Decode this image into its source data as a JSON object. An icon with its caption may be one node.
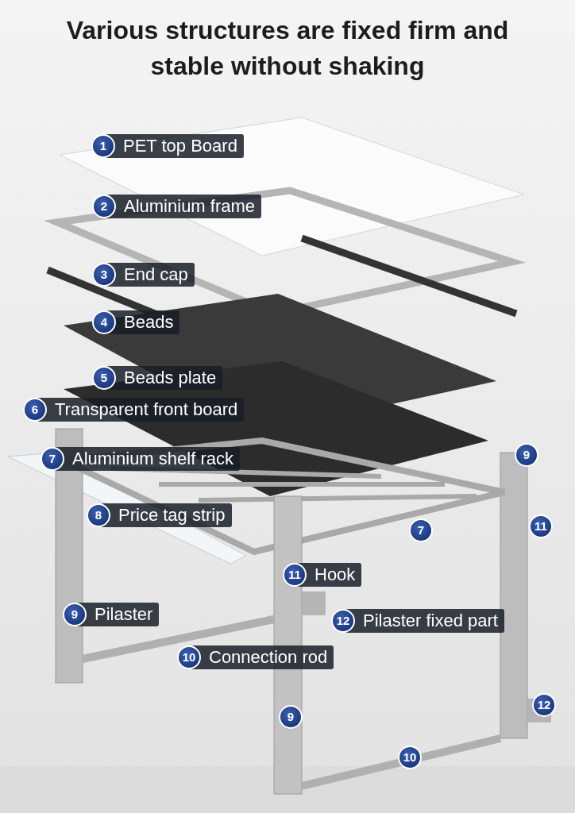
{
  "diagram": {
    "title": "Various structures are fixed firm and stable without shaking",
    "labels": [
      "1",
      "PET top Board",
      "2",
      "Aluminium frame",
      "3",
      "End cap",
      "4",
      "Beads",
      "5",
      "Beads plate",
      "6",
      "Transparent front board",
      "7",
      "Aluminium shelf rack",
      "9",
      "8",
      "Price tag strip",
      "11",
      "7",
      "11",
      "Hook",
      "9",
      "Pilaster",
      "12",
      "Pilaster fixed part",
      "10",
      "Connection rod",
      "12",
      "9",
      "10"
    ]
  }
}
